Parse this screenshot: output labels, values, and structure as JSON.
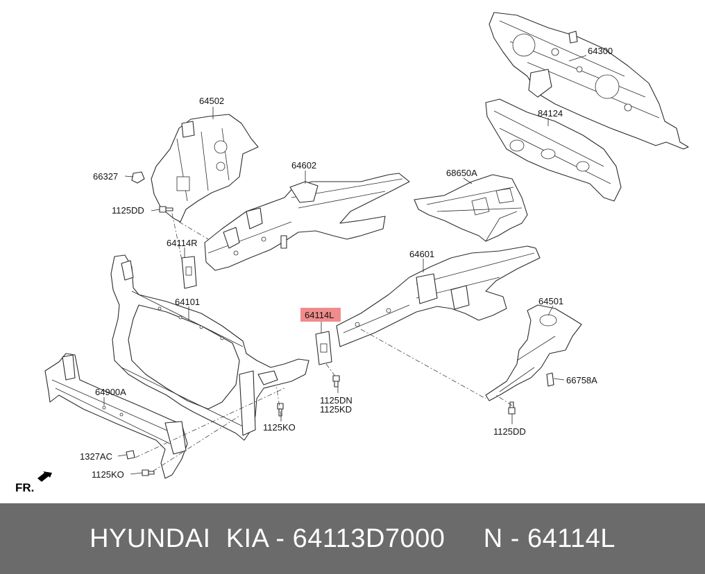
{
  "diagram": {
    "labels": {
      "p64300": "64300",
      "p84124": "84124",
      "p64502": "64502",
      "p66327": "66327",
      "p1125DD_top": "1125DD",
      "p64602": "64602",
      "p68650A": "68650A",
      "p64114R": "64114R",
      "p64101": "64101",
      "p64601": "64601",
      "p64114L": "64114L",
      "p64501": "64501",
      "p66758A": "66758A",
      "p64900A": "64900A",
      "p1125DN": "1125DN",
      "p1125KD": "1125KD",
      "p1125KO_mid": "1125KO",
      "p1125DD_bottom": "1125DD",
      "p1327AC": "1327AC",
      "p1125KO_bottom": "1125KO"
    },
    "highlight_color": "#f08c8c",
    "front_marker": "FR."
  },
  "footer": {
    "text": "HYUNDAI  KIA - 64113D7000     N - 64114L"
  }
}
